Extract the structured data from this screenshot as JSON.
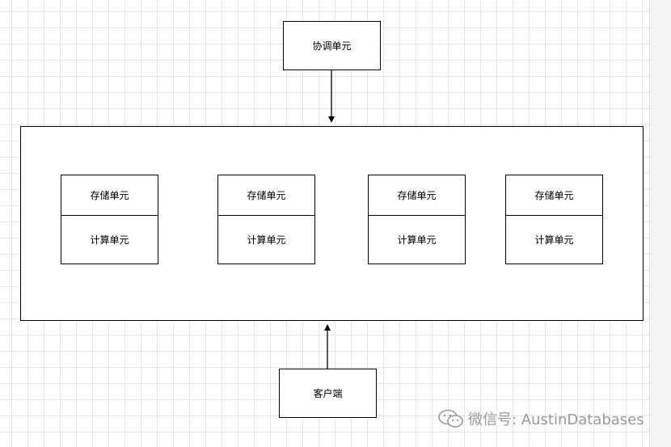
{
  "diagram": {
    "coordinator_label": "协调单元",
    "client_label": "客户端",
    "units": [
      {
        "storage_label": "存储单元",
        "compute_label": "计算单元"
      },
      {
        "storage_label": "存储单元",
        "compute_label": "计算单元"
      },
      {
        "storage_label": "存储单元",
        "compute_label": "计算单元"
      },
      {
        "storage_label": "存储单元",
        "compute_label": "计算单元"
      }
    ]
  },
  "watermark": {
    "text": "微信号: AustinDatabases",
    "icon": "wechat-icon"
  },
  "colors": {
    "grid": "#e6e6e6",
    "stroke": "#000000",
    "watermark": "#9a9a9a"
  }
}
